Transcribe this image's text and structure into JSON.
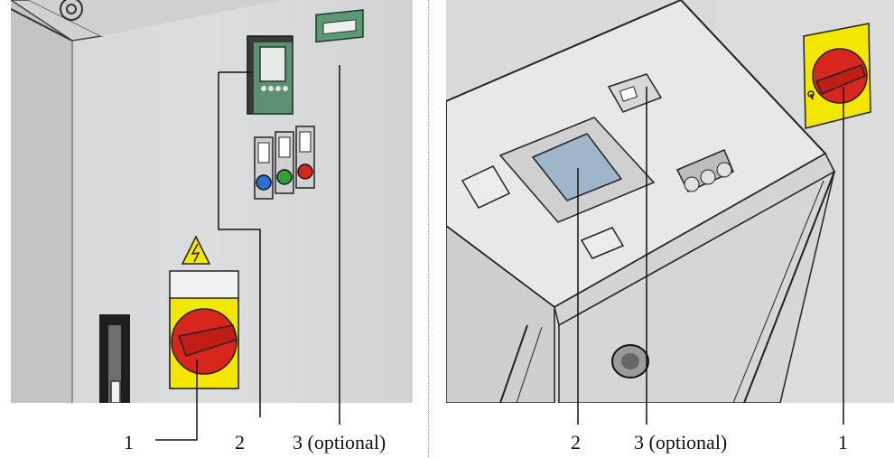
{
  "left_figure": {
    "callouts": {
      "c1": "1",
      "c2": "2",
      "c3": "3 (optional)"
    },
    "colors": {
      "switch_red": "#d8261f",
      "plate_yellow": "#f3e600",
      "lamp_blue": "#2a6ed6",
      "lamp_green": "#2fa33a",
      "lamp_red": "#d8261f",
      "display_green": "#2d5a3a"
    }
  },
  "right_figure": {
    "callouts": {
      "c2": "2",
      "c3": "3 (optional)",
      "c1": "1"
    },
    "colors": {
      "screen_blue": "#9fb5c9",
      "switch_red": "#d8261f",
      "plate_yellow": "#f3e600"
    }
  }
}
